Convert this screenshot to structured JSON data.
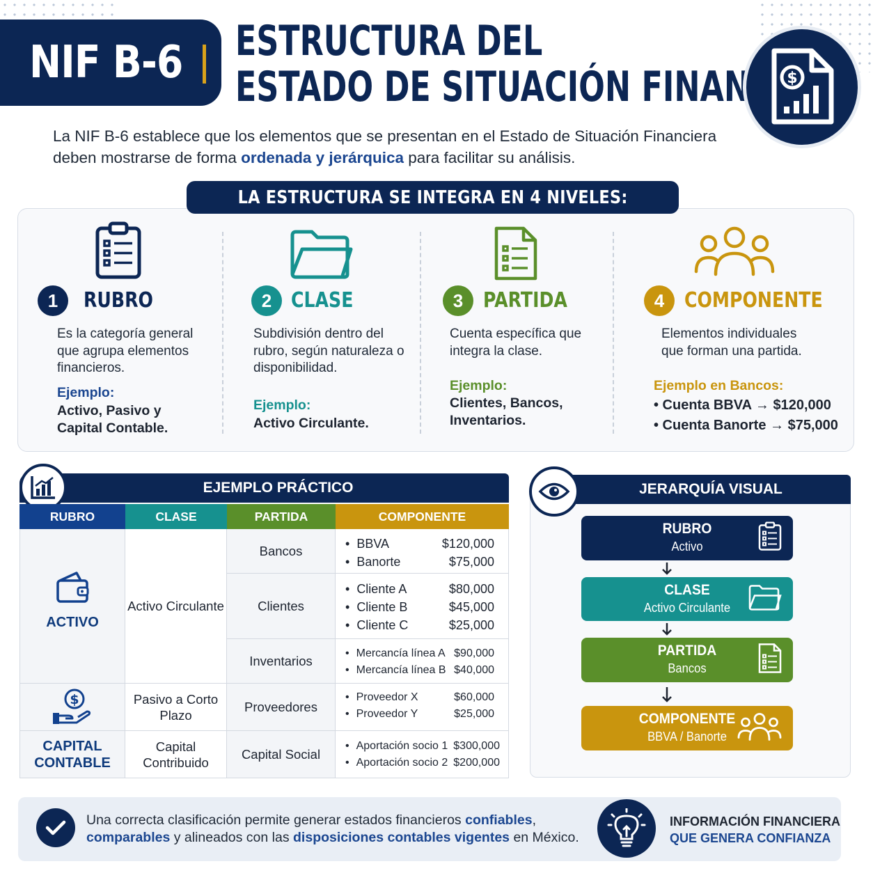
{
  "header": {
    "code": "NIF B-6",
    "title_line1": "ESTRUCTURA DEL",
    "title_line2": "ESTADO DE SITUACIÓN FINANCIERA"
  },
  "intro": {
    "part1": "La NIF B-6 establece que los elementos que se presentan en el Estado de Situación Financiera deben mostrarse de forma ",
    "highlight": "ordenada y jerárquica",
    "part2": " para facilitar su análisis."
  },
  "levels": {
    "banner": "LA ESTRUCTURA SE INTEGRA EN 4 NIVELES:",
    "items": [
      {
        "num": "1",
        "title": "RUBRO",
        "desc": "Es la categoría general que agrupa elementos financieros.",
        "example_label": "Ejemplo:",
        "example": "Activo, Pasivo y Capital Contable.",
        "color": "#0c2654"
      },
      {
        "num": "2",
        "title": "CLASE",
        "desc": "Subdivisión dentro del rubro, según naturaleza o disponibilidad.",
        "example_label": "Ejemplo:",
        "example": "Activo Circulante.",
        "color": "#16918f"
      },
      {
        "num": "3",
        "title": "PARTIDA",
        "desc": "Cuenta específica que integra la clase.",
        "example_label": "Ejemplo:",
        "example": "Clientes, Bancos, Inventarios.",
        "color": "#5a8f2a"
      },
      {
        "num": "4",
        "title": "COMPONENTE",
        "desc": "Elementos individuales que forman una partida.",
        "example_label": "Ejemplo en Bancos:",
        "examples": [
          "• Cuenta BBVA → $120,000",
          "• Cuenta Banorte → $75,000"
        ],
        "color": "#c9950e"
      }
    ]
  },
  "practical": {
    "title": "EJEMPLO PRÁCTICO",
    "headers": [
      "RUBRO",
      "CLASE",
      "PARTIDA",
      "COMPONENTE"
    ],
    "rubro_activo": "ACTIVO",
    "rubro_capital": "CAPITAL CONTABLE",
    "clase_activo": "Activo Circulante",
    "clase_pasivo": "Pasivo a Corto Plazo",
    "clase_capital": "Capital Contribuido",
    "partidas": [
      "Bancos",
      "Clientes",
      "Inventarios",
      "Proveedores",
      "Capital Social"
    ],
    "components": {
      "bancos": [
        {
          "name": "BBVA",
          "amount": "$120,000"
        },
        {
          "name": "Banorte",
          "amount": "$75,000"
        }
      ],
      "clientes": [
        {
          "name": "Cliente A",
          "amount": "$80,000"
        },
        {
          "name": "Cliente B",
          "amount": "$45,000"
        },
        {
          "name": "Cliente C",
          "amount": "$25,000"
        }
      ],
      "inventarios": [
        {
          "name": "Mercancía línea A",
          "amount": "$90,000"
        },
        {
          "name": "Mercancía línea B",
          "amount": "$40,000"
        }
      ],
      "proveedores": [
        {
          "name": "Proveedor X",
          "amount": "$60,000"
        },
        {
          "name": "Proveedor Y",
          "amount": "$25,000"
        }
      ],
      "capital": [
        {
          "name": "Aportación socio 1",
          "amount": "$300,000"
        },
        {
          "name": "Aportación socio 2",
          "amount": "$200,000"
        }
      ]
    }
  },
  "hierarchy": {
    "title": "JERARQUÍA VISUAL",
    "boxes": [
      {
        "title": "RUBRO",
        "sub": "Activo"
      },
      {
        "title": "CLASE",
        "sub": "Activo Circulante"
      },
      {
        "title": "PARTIDA",
        "sub": "Bancos"
      },
      {
        "title": "COMPONENTE",
        "sub": "BBVA / Banorte"
      }
    ]
  },
  "footer": {
    "p1": "Una correcta clasificación permite generar estados financieros ",
    "h1": "confiables",
    "p2": ", ",
    "h2": "comparables",
    "p3": " y alineados con las ",
    "h3": "disposiciones contables vigentes",
    "p4": " en México.",
    "right_line1": "INFORMACIÓN FINANCIERA",
    "right_line2": "QUE GENERA CONFIANZA"
  },
  "colors": {
    "navy": "#0c2654",
    "teal": "#16918f",
    "green": "#5a8f2a",
    "gold": "#c9950e"
  },
  "icons": [
    "financial-document-icon",
    "clipboard-icon",
    "folder-icon",
    "list-document-icon",
    "people-icon",
    "bar-chart-icon",
    "eye-icon",
    "wallet-icon",
    "money-hand-icon",
    "check-icon",
    "lightbulb-icon",
    "down-arrow-icon"
  ]
}
